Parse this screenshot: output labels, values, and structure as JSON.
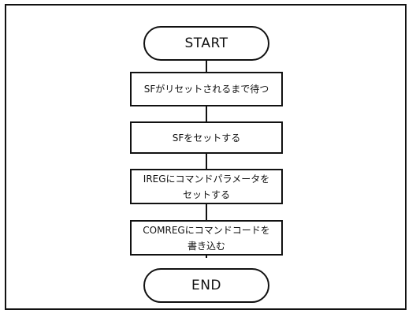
{
  "flowchart": {
    "start_label": "START",
    "steps": [
      {
        "lines": [
          "SFがリセットされるまで待つ"
        ]
      },
      {
        "lines": [
          "SFをセットする"
        ]
      },
      {
        "lines": [
          "IREGにコマンドパラメータを",
          "セットする"
        ]
      },
      {
        "lines": [
          "COMREGにコマンドコードを",
          "書き込む"
        ]
      }
    ],
    "end_label": "END"
  }
}
